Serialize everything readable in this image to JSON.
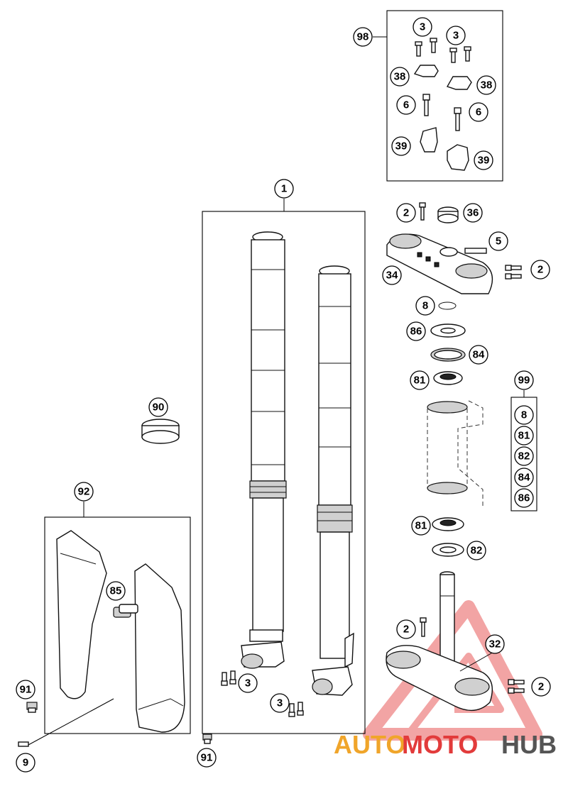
{
  "callouts": {
    "c98": "98",
    "c3a": "3",
    "c3b": "3",
    "c38a": "38",
    "c38b": "38",
    "c6a": "6",
    "c6b": "6",
    "c39a": "39",
    "c39b": "39",
    "c1": "1",
    "c2a": "2",
    "c36": "36",
    "c5": "5",
    "c34": "34",
    "c2b": "2",
    "c8": "8",
    "c86": "86",
    "c84": "84",
    "c81a": "81",
    "c99": "99",
    "c81b": "81",
    "c82": "82",
    "c2c": "2",
    "c32": "32",
    "c2d": "2",
    "c90": "90",
    "c92": "92",
    "c85": "85",
    "c91a": "91",
    "c9": "9",
    "c3c": "3",
    "c3d": "3",
    "c91b": "91"
  },
  "kit99_items": [
    "8",
    "81",
    "82",
    "84",
    "86"
  ],
  "watermark": {
    "part1": "AUTO",
    "part2": "MOTO",
    "part3": "HUB"
  },
  "colors": {
    "watermark_red": "#e23b3b",
    "watermark_orange": "#f0a52a",
    "watermark_grey": "#555555",
    "watermark_triangle": "#f2a4a4"
  }
}
